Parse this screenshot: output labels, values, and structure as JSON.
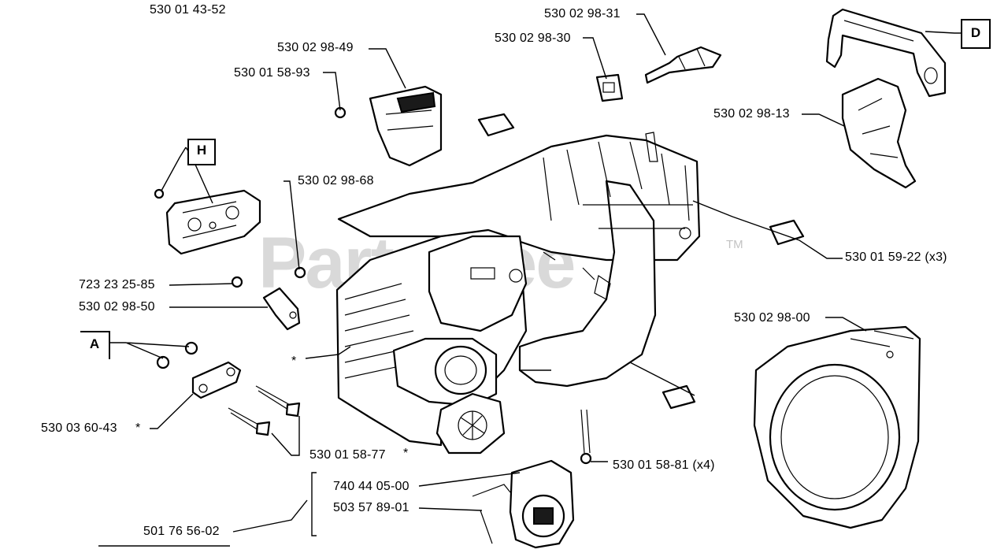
{
  "part_numbers": {
    "top_left": "530 01 43-52",
    "p1": "530 02 98-49",
    "p2": "530 01 58-93",
    "p3": "530 02 98-31",
    "p4": "530 02 98-30",
    "p5": "530 02 98-13",
    "p6": "530 02 98-68",
    "p7": "530 01 59-22 (x3)",
    "p8": "723 23 25-85",
    "p9": "530 02 98-50",
    "p10": "530 02 98-00",
    "p11": "530 03 60-43",
    "p12": "530 01 58-77",
    "p13": "530 01 58-81 (x4)",
    "p14": "740 44 05-00",
    "p15": "503 57 89-01",
    "p16": "501 76 56-02"
  },
  "asterisk": "*",
  "callouts": {
    "h": "H",
    "a": "A",
    "d": "D"
  },
  "watermark": {
    "text": "PartsTree",
    "tm": "TM"
  }
}
